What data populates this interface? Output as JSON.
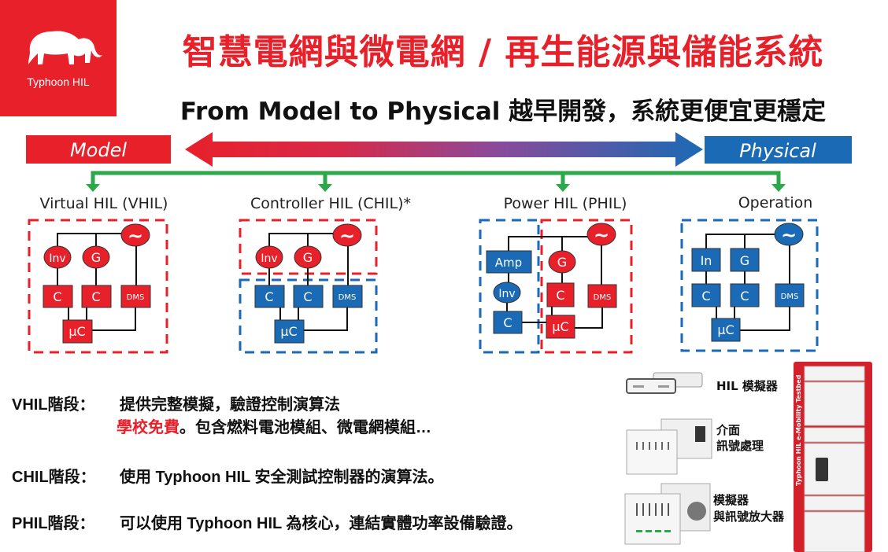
{
  "logo": {
    "text": "Typhoon HIL"
  },
  "header": {
    "title": "智慧電網與微電網 / 再生能源與儲能系統",
    "subtitle": "From Model to Physical  越早開發，系統更便宜更穩定"
  },
  "spectrum": {
    "left_label": "Model",
    "right_label": "Physical"
  },
  "stages": [
    {
      "title": "Virtual HIL (VHIL)"
    },
    {
      "title": "Controller HIL (CHIL)*"
    },
    {
      "title": "Power HIL (PHIL)"
    },
    {
      "title": "Operation"
    }
  ],
  "blocks": {
    "inv": "Inv",
    "g": "G",
    "c": "C",
    "dms": "DMS",
    "uc": "µC",
    "amp": "Amp",
    "in": "In",
    "source": "~"
  },
  "descriptions": {
    "vhil_label": "VHIL階段：",
    "vhil_line1": "提供完整模擬，驗證控制演算法",
    "vhil_highlight": "學校免費",
    "vhil_line2": "。包含燃料電池模組、微電網模組…",
    "chil_label": "CHIL階段：",
    "chil_text": "使用 Typhoon HIL 安全測試控制器的演算法。",
    "phil_label": "PHIL階段：",
    "phil_text": "可以使用 Typhoon HIL 為核心，連結實體功率設備驗證。"
  },
  "equipment": {
    "hil_simulator": "HIL 模擬器",
    "interface_1": "介面",
    "interface_2": "訊號處理",
    "amplifier_1": "模擬器",
    "amplifier_2": "與訊號放大器",
    "rack_text": "Typhoon HIL   e-Mobility Testbed"
  },
  "colors": {
    "red": "#e8202a",
    "blue": "#1a6ab5",
    "green": "#2aa84a"
  }
}
